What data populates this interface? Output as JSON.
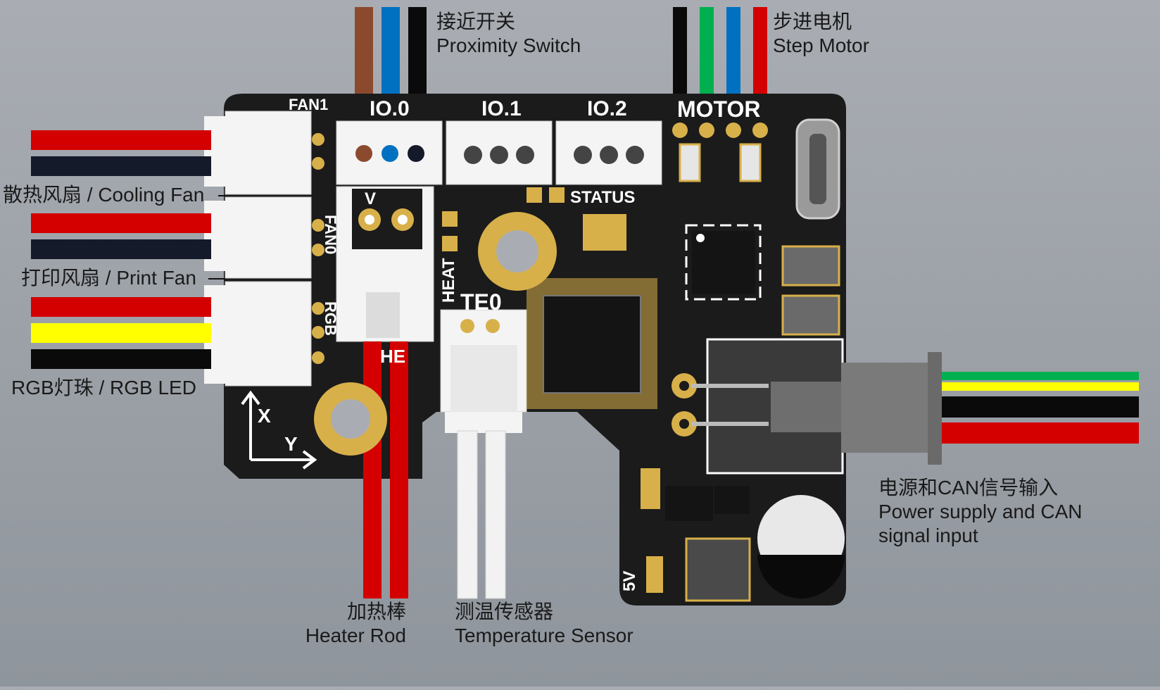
{
  "callouts": {
    "proximity": {
      "zh": "接近开关",
      "en": "Proximity Switch"
    },
    "motor": {
      "zh": "步进电机",
      "en": "Step Motor"
    },
    "cooling_fan": "散热风扇 / Cooling Fan",
    "print_fan": "打印风扇 / Print Fan",
    "rgb_led": "RGB灯珠 / RGB LED",
    "heater": {
      "zh": "加热棒",
      "en": "Heater Rod"
    },
    "temp_sensor": {
      "zh": "测温传感器",
      "en": "Temperature Sensor"
    },
    "power": {
      "line1": "电源和CAN信号输入",
      "line2": "Power supply and CAN",
      "line3": "signal input"
    }
  },
  "silkscreen": {
    "fan1": "FAN1",
    "fan0": "FAN0",
    "rgb": "RGB",
    "io0": "IO.0",
    "io1": "IO.1",
    "io2": "IO.2",
    "motor": "MOTOR",
    "status": "STATUS",
    "heat": "HEAT",
    "te0": "TE0",
    "he": "HE",
    "v": "V",
    "five_v": "5V",
    "x_axis": "X",
    "y_axis": "Y"
  },
  "wire_colors": {
    "red": "#d40000",
    "black": "#0a0a0a",
    "navy": "#141a2a",
    "yellow": "#ffff00",
    "green": "#00b050",
    "blue": "#0070c0",
    "brown": "#8b4a2e",
    "white": "#f2f2f2",
    "pcb": "#1b1b1b",
    "gold": "#d8b04a",
    "connector": "#f4f4f4"
  }
}
